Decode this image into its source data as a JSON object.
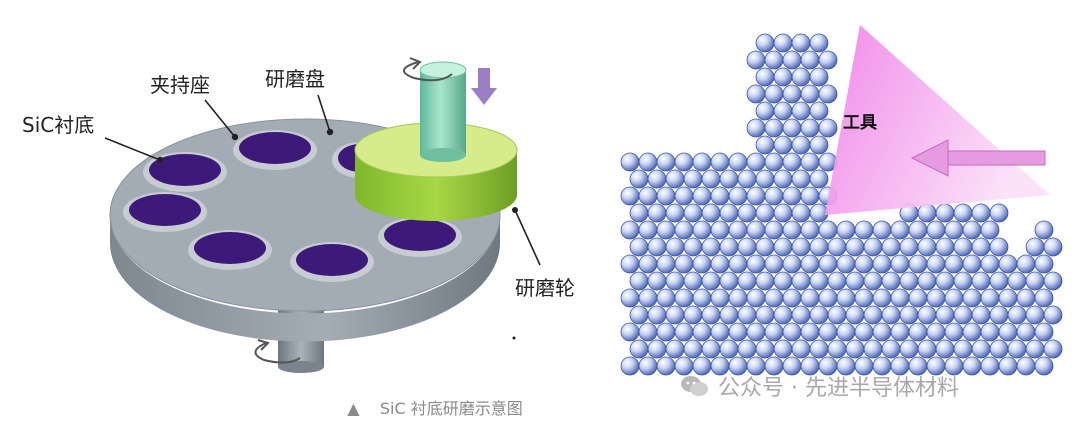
{
  "left_diagram": {
    "labels": {
      "sic_substrate": "SiC衬底",
      "holder": "夹持座",
      "grinding_plate": "研磨盘",
      "grinding_wheel": "研磨轮"
    },
    "colors": {
      "plate": "#9aa4ad",
      "wafer": "#3d1a7a",
      "wheel": "#9acd32",
      "spindle": "#8fd3b8",
      "arrow": "#9b7fc4"
    }
  },
  "right_diagram": {
    "tool_label": "工具",
    "colors": {
      "tool": "#f0a0e8",
      "arrow": "#e080d8",
      "particle": "#b8c8ee"
    }
  },
  "caption": {
    "marker": "▲",
    "text": "SiC 衬底研磨示意图"
  },
  "watermark": {
    "text": "公众号 · 先进半导体材料"
  }
}
